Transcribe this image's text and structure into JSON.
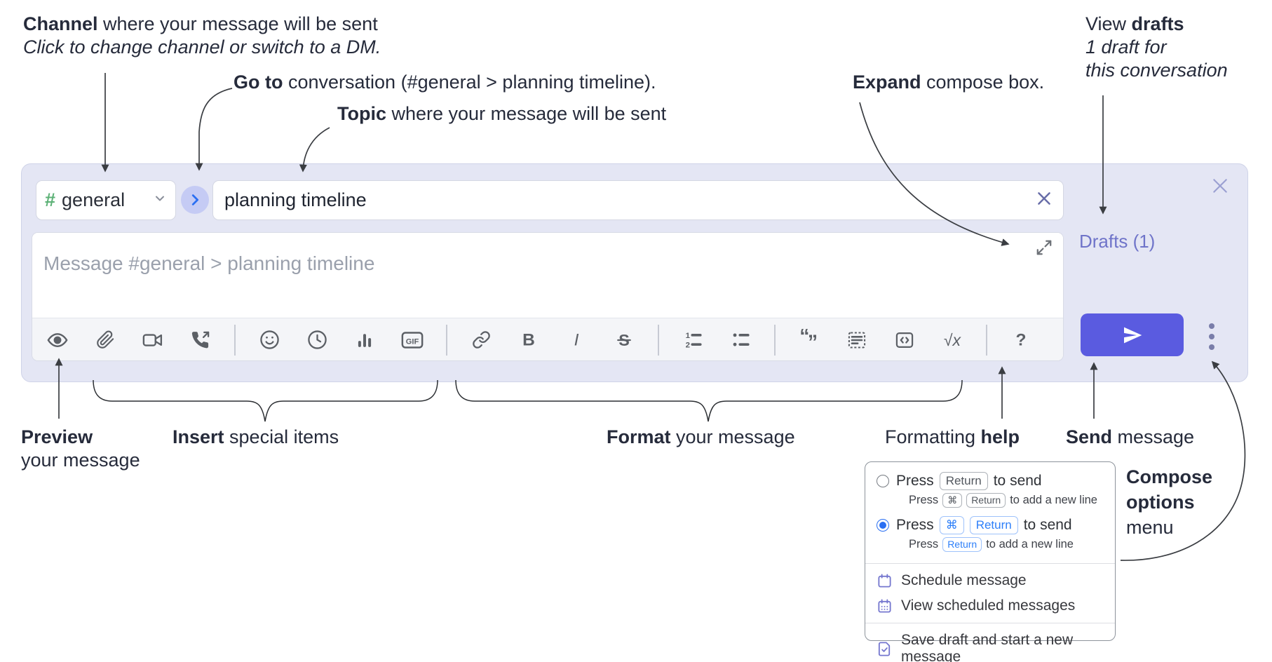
{
  "colors": {
    "send_bg": "#5a5be0",
    "hash_green": "#5cb176",
    "drafts_link": "#6f74c9",
    "accent_blue": "#2a6ff2",
    "icon_purple": "#7577cf",
    "compose_bg": "#e4e6f4"
  },
  "annotations": {
    "channel": {
      "bold": "Channel",
      "rest": " where your message will be sent",
      "sub": "Click to change channel or switch to a DM."
    },
    "goto": {
      "bold": "Go to",
      "rest": " conversation (#general > planning timeline)."
    },
    "topic": {
      "bold": "Topic",
      "rest": " where your message will be sent"
    },
    "expand": {
      "bold": "Expand",
      "rest": " compose box."
    },
    "view_drafts": {
      "pre": "View ",
      "bold": "drafts",
      "line2": "1 draft for",
      "line3": "this conversation"
    },
    "preview": {
      "bold": "Preview",
      "line2": "your message"
    },
    "insert": {
      "bold": "Insert",
      "rest": " special items"
    },
    "format": {
      "bold": "Format",
      "rest": " your message"
    },
    "formatting_help": {
      "pre": "Formatting ",
      "bold": "help"
    },
    "send": {
      "bold": "Send",
      "rest": " message"
    },
    "compose_options": {
      "bold1": "Compose",
      "bold2": "options",
      "line3": "menu"
    }
  },
  "compose": {
    "channel": {
      "hash": "#",
      "name": "general"
    },
    "topic_value": "planning timeline",
    "message_placeholder": "Message #general > planning timeline",
    "drafts_link": "Drafts (1)",
    "toolbar": {
      "gif_label": "GIF",
      "bold_label": "B",
      "italic_label": "I",
      "strike_label": "S",
      "math_label": "√x",
      "help_label": "?"
    }
  },
  "menu": {
    "option1": {
      "press": "Press",
      "key1": "Return",
      "tail": "to send",
      "sub_press": "Press",
      "sub_key1": "⌘",
      "sub_key2": "Return",
      "sub_tail": "to add a new line"
    },
    "option2": {
      "press": "Press",
      "key1": "⌘",
      "key2": "Return",
      "tail": "to send",
      "sub_press": "Press",
      "sub_key1": "Return",
      "sub_tail": "to add a new line"
    },
    "items": {
      "schedule": "Schedule message",
      "view_scheduled": "View scheduled messages",
      "save_draft": "Save draft and start a new message"
    }
  }
}
